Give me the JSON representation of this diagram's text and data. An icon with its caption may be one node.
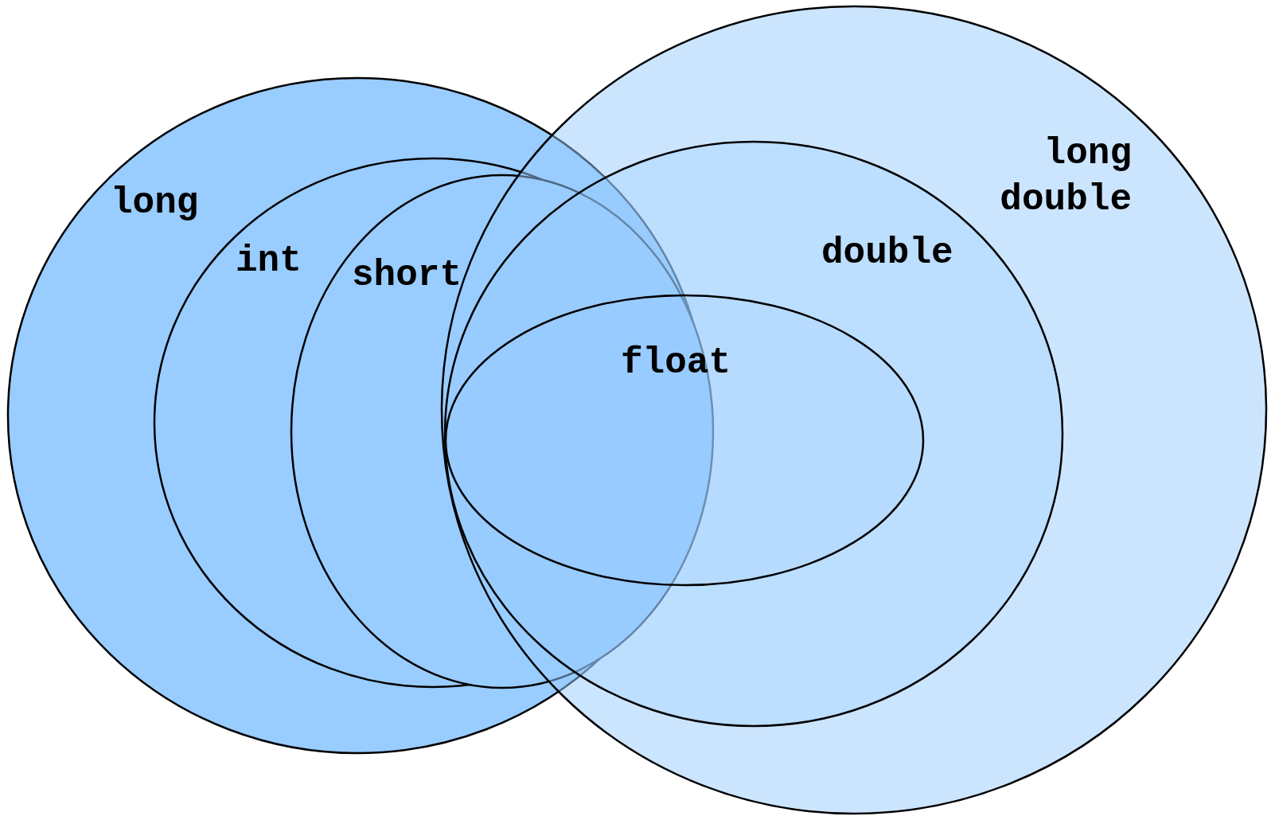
{
  "diagram": {
    "nodes": [
      {
        "text": [
          "long"
        ]
      },
      {
        "text": [
          "int"
        ],
        "in": 0
      },
      {
        "text": [
          "short"
        ],
        "in": 1
      },
      {
        "text": [
          "long double"
        ]
      },
      {
        "text": [
          "double"
        ],
        "in": 3
      },
      {
        "text": [
          "float"
        ],
        "in": 4
      }
    ]
  }
}
